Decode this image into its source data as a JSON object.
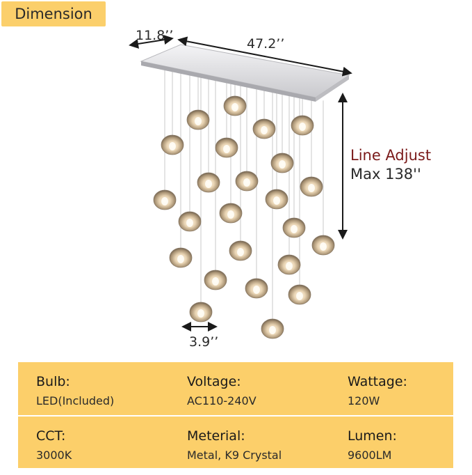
{
  "header": {
    "tag": "Dimension"
  },
  "dimensions": {
    "depth": "11.8’’",
    "width": "47.2’’",
    "drop_width": "3.9’’",
    "line_adjust_title": "Line Adjust",
    "line_adjust_max": "Max 138''"
  },
  "specs": [
    {
      "label": "Bulb:",
      "value": "LED(Included)"
    },
    {
      "label": "Voltage:",
      "value": "AC110-240V"
    },
    {
      "label": "Wattage:",
      "value": "120W"
    },
    {
      "label": "CCT:",
      "value": "3000K"
    },
    {
      "label": "Meterial:",
      "value": "Metal, K9 Crystal"
    },
    {
      "label": "Lumen:",
      "value": "9600LM"
    }
  ],
  "colors": {
    "accent": "#fccf6a",
    "line_adjust": "#7a1a1a",
    "canopy": "#e4e4e6"
  },
  "icons": [
    "chandelier-image",
    "arrow-icon"
  ]
}
